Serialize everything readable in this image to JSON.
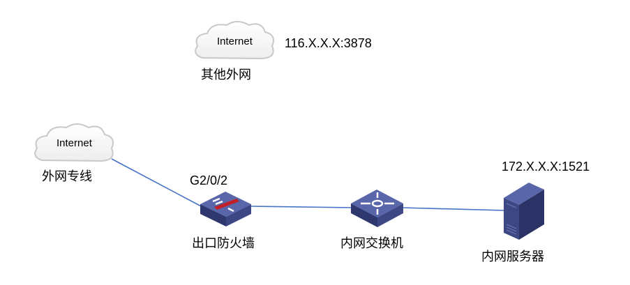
{
  "nodes": {
    "cloud_top": {
      "label": "Internet",
      "caption": "其他外网",
      "address": "116.X.X.X:3878"
    },
    "cloud_left": {
      "label": "Internet",
      "caption": "外网专线"
    },
    "firewall": {
      "caption": "出口防火墙",
      "port": "G2/0/2"
    },
    "switch": {
      "caption": "内网交换机"
    },
    "server": {
      "caption": "内网服务器",
      "address": "172.X.X.X:1521"
    }
  },
  "colors": {
    "link": "#4472c4",
    "device": "#4a5699",
    "firewall_bar": "#c0202a",
    "cloud": "#d0d0d0"
  }
}
